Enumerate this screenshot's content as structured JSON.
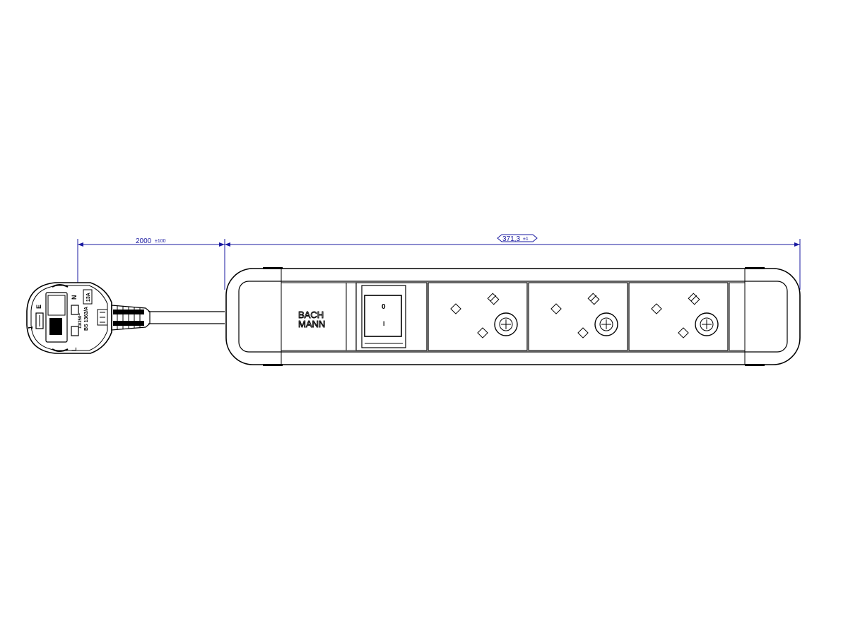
{
  "dimensions": {
    "cable_length": {
      "value": "2000",
      "tolerance": "±100"
    },
    "strip_length": {
      "value": "371,3",
      "tolerance": "±1"
    }
  },
  "plug": {
    "pin_labels": {
      "earth": "E",
      "neutral": "N",
      "live": "L"
    },
    "markings": [
      "BS 1363/A",
      "13/250~"
    ],
    "fuse_label": "13A",
    "fuse_indicator": "1"
  },
  "module": {
    "brand_line_1": "BACH",
    "brand_line_2": "MANN",
    "switch_off_symbol": "0",
    "switch_on_symbol": "I",
    "socket_count": 3
  },
  "colors": {
    "dimension": "#1a1aa0",
    "outline": "#000000",
    "background": "#ffffff"
  }
}
